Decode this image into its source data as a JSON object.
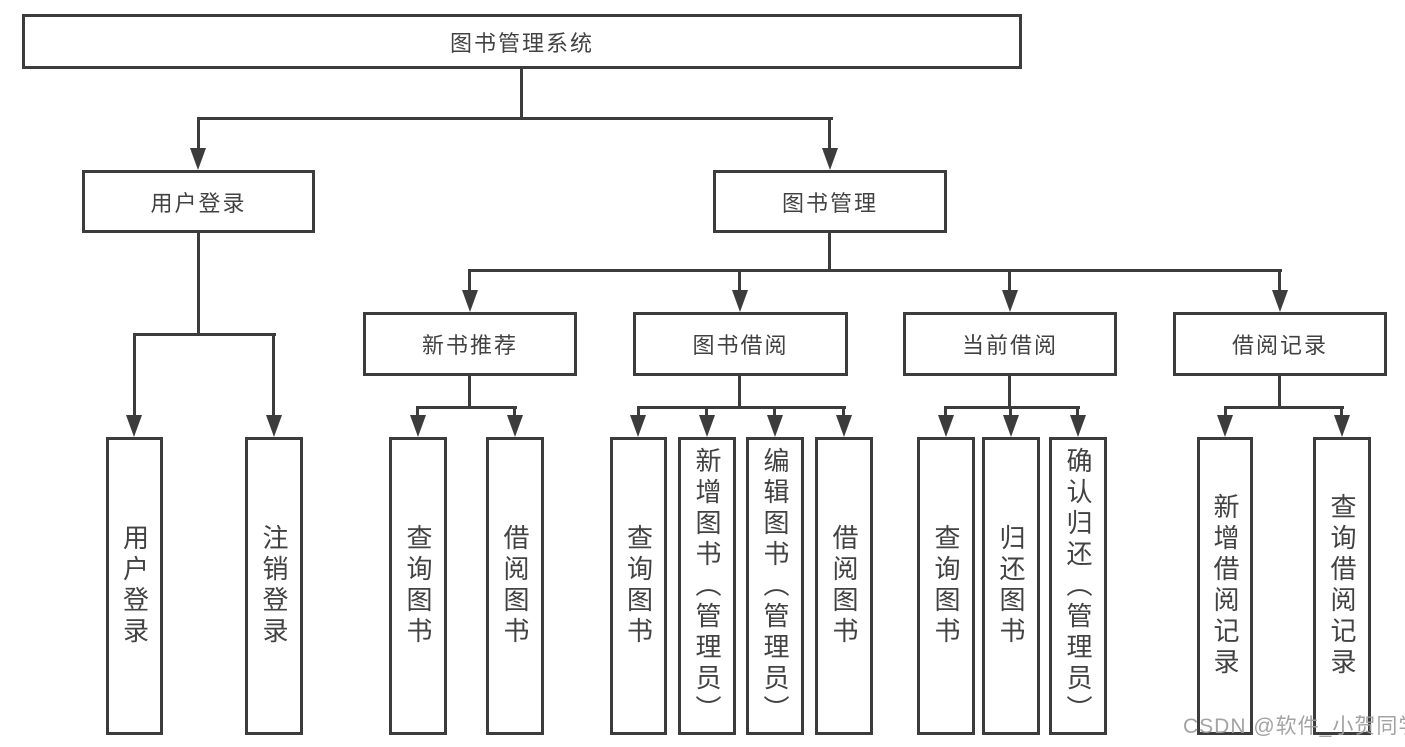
{
  "diagram": {
    "root": {
      "label": "图书管理系统"
    },
    "user_login": {
      "label": "用户登录",
      "children": [
        "用户登录",
        "注销登录"
      ]
    },
    "book_management": {
      "label": "图书管理"
    },
    "new_book": {
      "label": "新书推荐",
      "children": [
        "查询图书",
        "借阅图书"
      ]
    },
    "book_borrow": {
      "label": "图书借阅",
      "children": [
        "查询图书",
        "新增图书（管理员）",
        "编辑图书（管理员）",
        "借阅图书"
      ]
    },
    "current_borrow": {
      "label": "当前借阅",
      "children": [
        "查询图书",
        "归还图书",
        "确认归还（管理员）"
      ]
    },
    "borrow_record": {
      "label": "借阅记录",
      "children": [
        "新增借阅记录",
        "查询借阅记录"
      ]
    }
  },
  "watermark": {
    "text": "CSDN @软件_小贺同学"
  },
  "colors": {
    "line": "#3c3c3c",
    "text": "#424242",
    "watermark": "#9e9e9e",
    "background": "#ffffff"
  }
}
